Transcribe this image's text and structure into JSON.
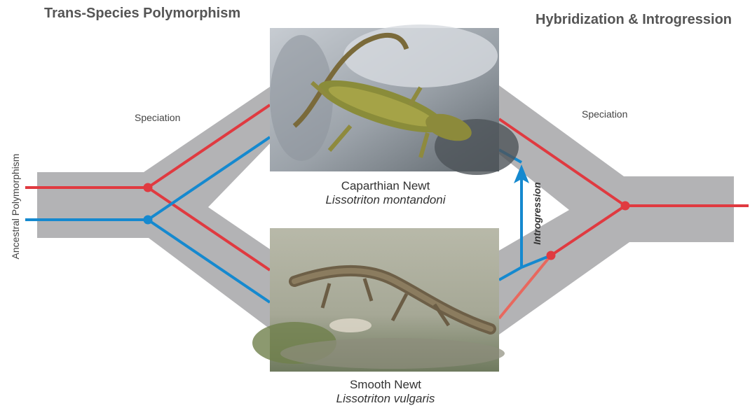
{
  "titles": {
    "left": "Trans-Species Polymorphism",
    "right": "Hybridization & Introgression"
  },
  "labels": {
    "speciation_left": "Speciation",
    "speciation_right": "Speciation",
    "ancestral": "Ancestral Polymorphism",
    "introgression": "Introgression"
  },
  "species": {
    "top": {
      "common": "Caparthian Newt",
      "latin": "Lissotriton montandoni"
    },
    "bottom": {
      "common": "Smooth Newt",
      "latin": "Lissotriton vulgaris"
    }
  },
  "colors": {
    "branch": "#b3b3b5",
    "red_lineage": "#e03a40",
    "blue_lineage": "#1589cf",
    "hybrid_red": "#e8685e"
  }
}
